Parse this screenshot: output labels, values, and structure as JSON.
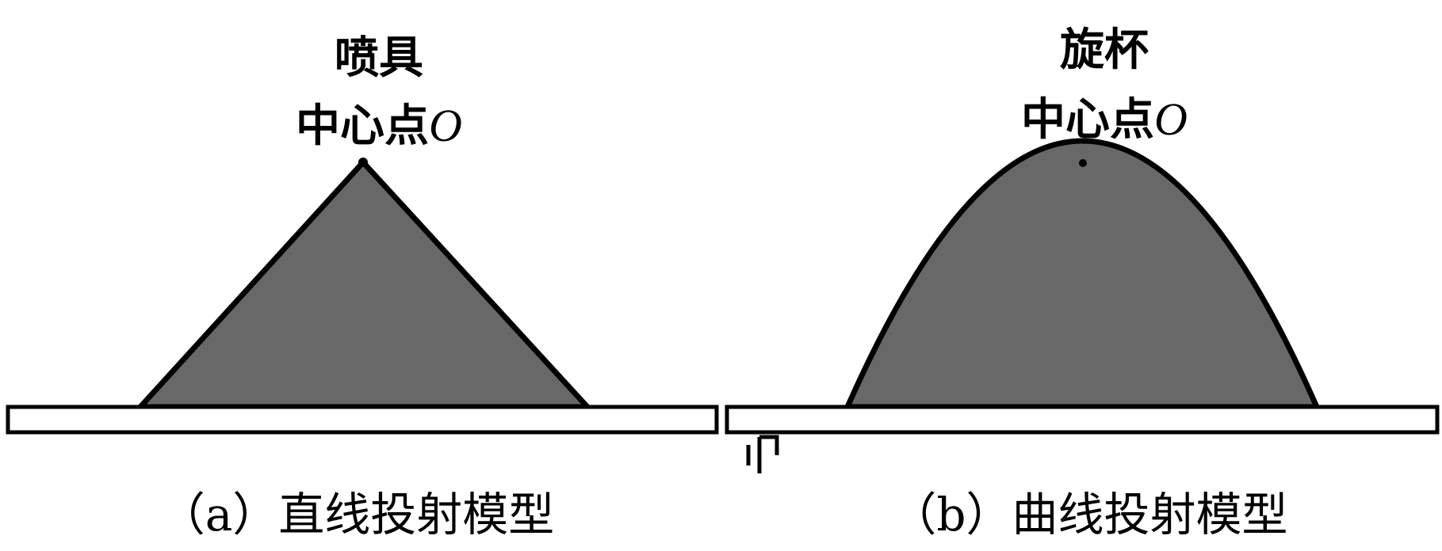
{
  "colors": {
    "fill": "#686868",
    "stroke": "#000000",
    "base_fill": "#ffffff"
  },
  "panels": [
    {
      "top_label": "喷具",
      "center_label": "中心点",
      "center_symbol": "O",
      "caption": "（a）直线投射模型"
    },
    {
      "top_label": "旋杯",
      "center_label": "中心点",
      "center_symbol": "O",
      "caption": "（b）曲线投射模型"
    }
  ]
}
